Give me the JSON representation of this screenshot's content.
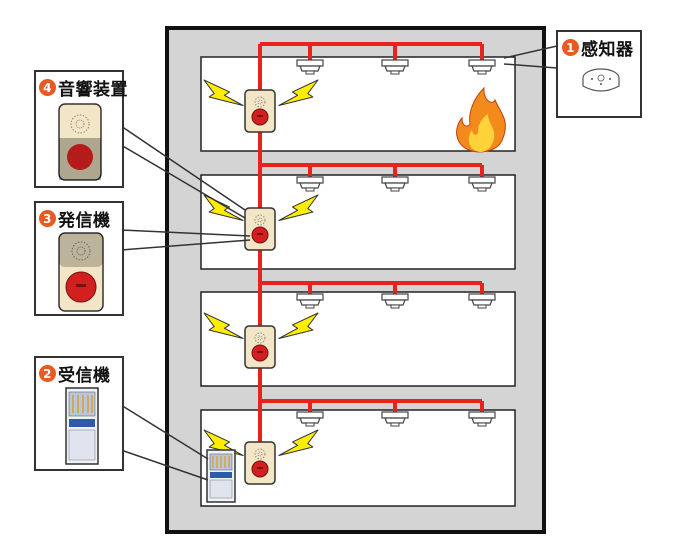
{
  "callouts": {
    "detector": {
      "number": "1",
      "label": "感知器"
    },
    "receiver": {
      "number": "2",
      "label": "受信機"
    },
    "transmitter": {
      "number": "3",
      "label": "発信機"
    },
    "sounder": {
      "number": "4",
      "label": "音響装置"
    }
  },
  "colors": {
    "wiring": "#e8231c",
    "badge": "#e85a1f",
    "building_fill": "#d4d4d4",
    "floor_fill": "#ffffff",
    "unit_body": "#f3e6c6",
    "alarm_button": "#d21f1f",
    "lightning": "#ffee00"
  },
  "icons": [
    "fire-icon",
    "smoke-detector-icon",
    "lightning-icon",
    "alarm-unit-icon",
    "receiver-panel-icon"
  ]
}
